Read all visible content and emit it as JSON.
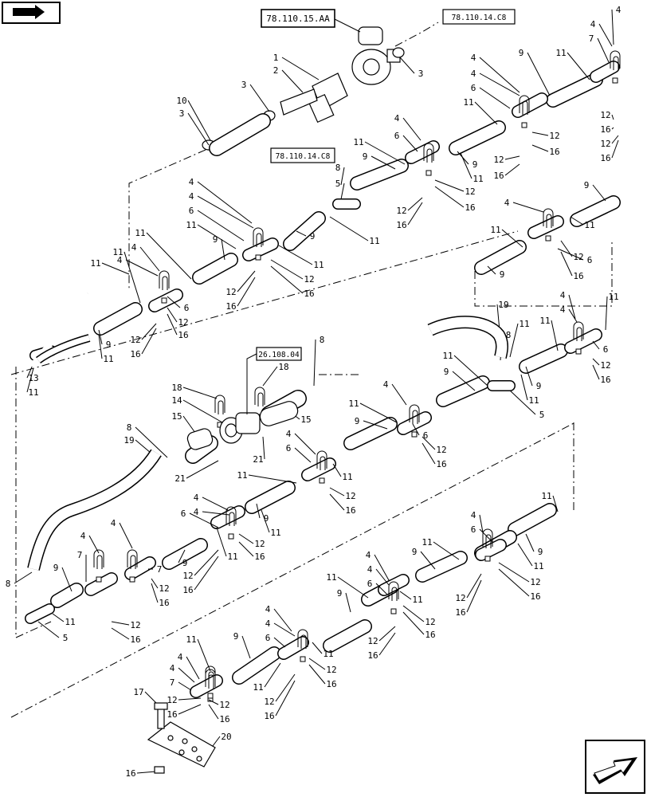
{
  "references": {
    "valve_ref": "78.110.15.AA",
    "boom_ref_1": "78.110.14.C8",
    "boom_ref_2": "78.110.14.C8",
    "coupler_ref": "26.108.04"
  },
  "labels": {
    "n1": "1",
    "n2": "2",
    "n3": "3",
    "n4": "4",
    "n5": "5",
    "n6": "6",
    "n7": "7",
    "n8": "8",
    "n9": "9",
    "n10": "10",
    "n11": "11",
    "n12": "12",
    "n13": "13",
    "n14": "14",
    "n15": "15",
    "n16": "16",
    "n17": "17",
    "n18": "18",
    "n19": "19",
    "n20": "20",
    "n21": "21"
  },
  "icons": {
    "top_left": "folder-arrow-icon",
    "bottom_right": "next-page-arrow-icon"
  },
  "colors": {
    "line": "#000000",
    "background": "#ffffff"
  }
}
